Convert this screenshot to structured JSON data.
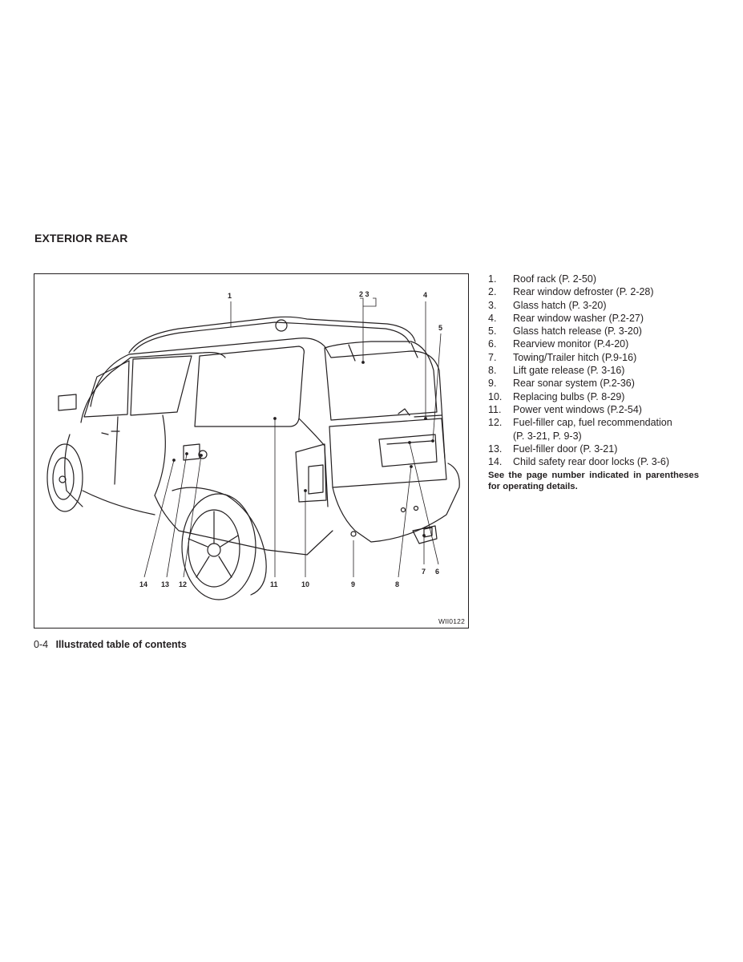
{
  "heading": "EXTERIOR REAR",
  "figure": {
    "code": "WII0122",
    "callouts": [
      {
        "id": "c1",
        "label": "1"
      },
      {
        "id": "c23",
        "label": "2 3"
      },
      {
        "id": "c4",
        "label": "4"
      },
      {
        "id": "c5",
        "label": "5"
      },
      {
        "id": "c14",
        "label": "14"
      },
      {
        "id": "c13",
        "label": "13"
      },
      {
        "id": "c12",
        "label": "12"
      },
      {
        "id": "c11",
        "label": "11"
      },
      {
        "id": "c10",
        "label": "10"
      },
      {
        "id": "c9",
        "label": "9"
      },
      {
        "id": "c8",
        "label": "8"
      },
      {
        "id": "c7",
        "label": "7"
      },
      {
        "id": "c6",
        "label": "6"
      }
    ]
  },
  "legend": [
    {
      "num": "1.",
      "text": "Roof rack (P. 2-50)"
    },
    {
      "num": "2.",
      "text": "Rear window defroster (P. 2-28)"
    },
    {
      "num": "3.",
      "text": "Glass hatch (P. 3-20)"
    },
    {
      "num": "4.",
      "text": "Rear window washer (P.2-27)"
    },
    {
      "num": "5.",
      "text": "Glass hatch release (P. 3-20)"
    },
    {
      "num": "6.",
      "text": "Rearview monitor (P.4-20)"
    },
    {
      "num": "7.",
      "text": "Towing/Trailer hitch (P.9-16)"
    },
    {
      "num": "8.",
      "text": "Lift gate release (P. 3-16)"
    },
    {
      "num": "9.",
      "text": "Rear sonar system (P.2-36)"
    },
    {
      "num": "10.",
      "text": "Replacing bulbs (P. 8-29)"
    },
    {
      "num": "11.",
      "text": "Power vent windows (P.2-54)"
    },
    {
      "num": "12.",
      "text": "Fuel-filler cap, fuel recommendation",
      "cont": "(P. 3-21, P. 9-3)"
    },
    {
      "num": "13.",
      "text": "Fuel-filler door (P. 3-21)"
    },
    {
      "num": "14.",
      "text": "Child safety rear door locks (P. 3-6)"
    }
  ],
  "note": "See the page number indicated in parentheses for operating details.",
  "footer": {
    "page": "0-4",
    "chapter": "Illustrated table of contents"
  }
}
